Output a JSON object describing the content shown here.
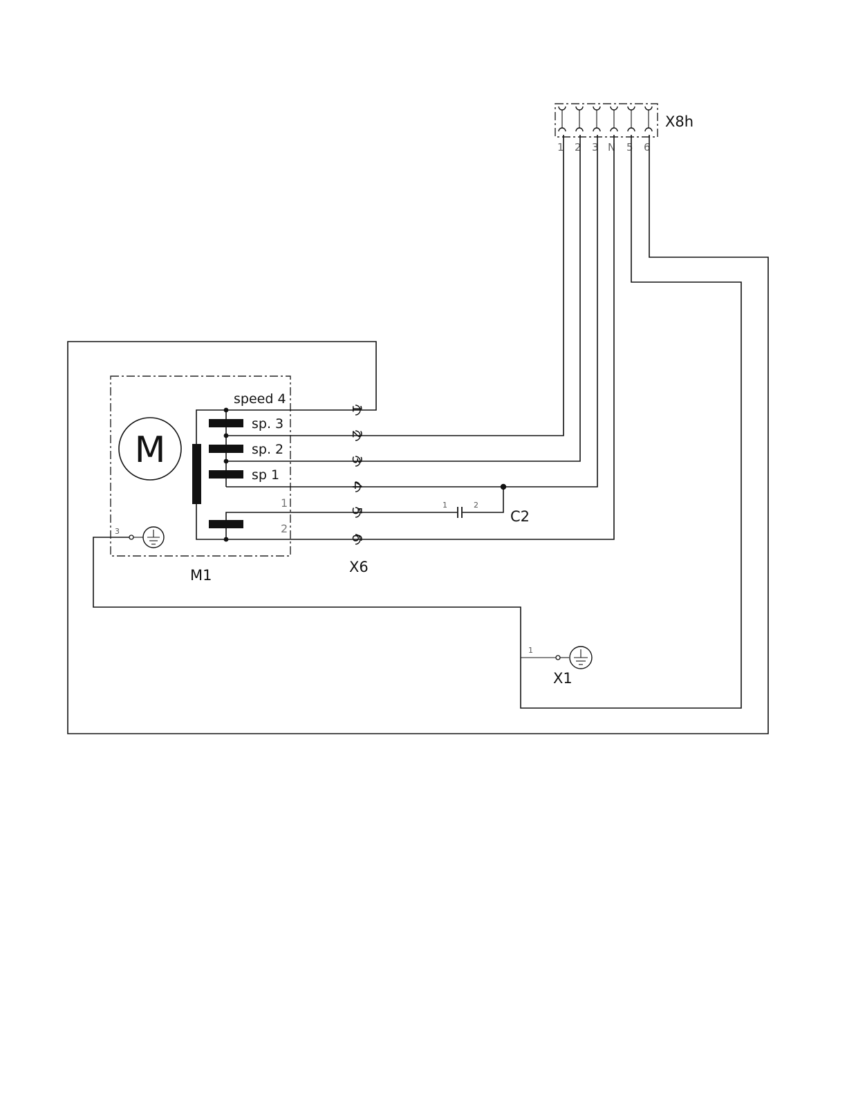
{
  "labels": {
    "x8h": "X8h",
    "x8h_pins": [
      "1",
      "2",
      "3",
      "N",
      "5",
      "6"
    ],
    "motor_symbol": "M",
    "speed4": "speed  4",
    "sp3": "sp.  3",
    "sp2": "sp.  2",
    "sp1": "sp  1",
    "motor_pin1": "1",
    "motor_pin2": "2",
    "motor_pin3": "3",
    "m1": "M1",
    "x6": "X6",
    "x6_pins": [
      "1",
      "2",
      "3",
      "4",
      "5",
      "6"
    ],
    "c2": "C2",
    "c2_pin1": "1",
    "c2_pin2": "2",
    "x1": "X1",
    "x1_pin1": "1"
  }
}
